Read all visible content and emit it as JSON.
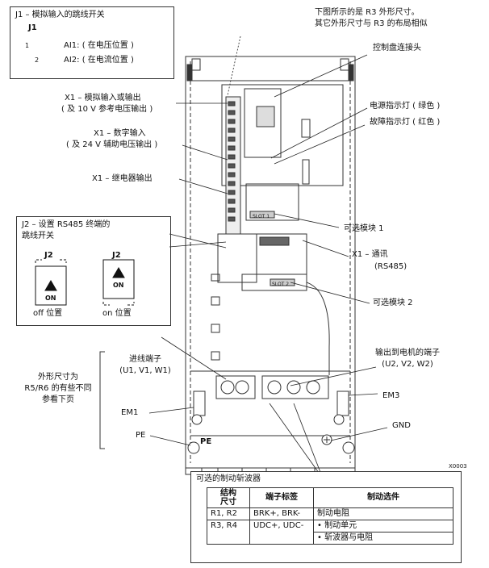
{
  "j1": {
    "title": "J1 – 模拟输入的跳线开关",
    "header": "J1",
    "ai1": "AI1: ( 在电压位置 )",
    "ai2": "AI2: ( 在电流位置 )",
    "pin1": "1",
    "pin2": "2"
  },
  "top_note": {
    "line1": "下图所示的是 R3 外形尺寸。",
    "line2": "其它外形尺寸与 R3 的布局相似"
  },
  "callouts": {
    "control_panel": "控制盘连接头",
    "power_led": "电源指示灯 ( 绿色 )",
    "fault_led": "故障指示灯 ( 红色 )",
    "x1_analog_1": "X1 – 模拟输入或输出",
    "x1_analog_2": "( 及 10 V 参考电压输出 )",
    "x1_digital_1": "X1 – 数字输入",
    "x1_digital_2": "( 及 24 V 辅助电压输出 )",
    "x1_relay": "X1 – 继电器输出",
    "option1": "可选模块 1",
    "x1_comm_1": "X1 – 通讯",
    "x1_comm_2": "(RS485)",
    "option2": "可选模块 2",
    "input_term_1": "进线端子",
    "input_term_2": "(U1, V1, W1)",
    "output_term_1": "输出到电机的端子",
    "output_term_2": "(U2, V2, W2)",
    "r5r6_1": "外形尺寸为",
    "r5r6_2": "R5/R6 的有些不同",
    "r5r6_3": "参看下页",
    "em1": "EM1",
    "em3": "EM3",
    "gnd": "GND",
    "pe": "PE",
    "pe_plate": "PE",
    "code": "X0003",
    "slot1": "SLOT 1",
    "slot2": "SLOT 2"
  },
  "j2": {
    "title_1": "J2 – 设置 RS485 终端的",
    "title_2": "跳线开关",
    "left_label": "J2",
    "right_label": "J2",
    "on_left": "ON",
    "on_right": "ON",
    "off_caption": "off 位置",
    "on_caption": "on 位置"
  },
  "brake": {
    "title": "可选的制动斩波器",
    "col1": "结构尺寸",
    "col1_l1": "结构",
    "col1_l2": "尺寸",
    "col2": "端子标签",
    "col3": "制动选件",
    "rows": [
      {
        "size": "R1, R2",
        "terminal": "BRK+, BRK-",
        "option": "制动电阻"
      },
      {
        "size": "R3, R4",
        "terminal": "UDC+, UDC-",
        "option": "• 制动单元"
      },
      {
        "size": "",
        "terminal": "",
        "option": "• 斩波器与电阻"
      }
    ]
  }
}
